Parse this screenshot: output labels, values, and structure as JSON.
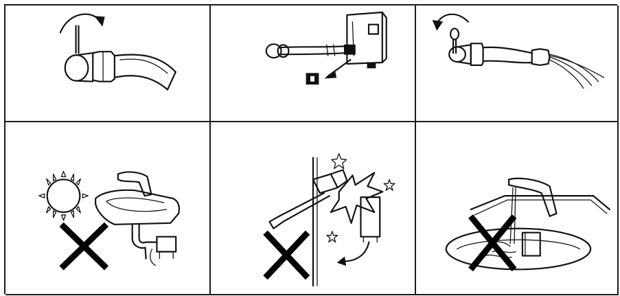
{
  "document": {
    "panels": [
      {
        "id": "panel-1",
        "depicts": "close-valve-icon"
      },
      {
        "id": "panel-2",
        "depicts": "remove-filter-icon"
      },
      {
        "id": "panel-3",
        "depicts": "open-valve-flush-icon"
      },
      {
        "id": "panel-4",
        "depicts": "no-sun-exposure-icon"
      },
      {
        "id": "panel-5",
        "depicts": "no-impact-icon"
      },
      {
        "id": "panel-6",
        "depicts": "no-immersion-icon"
      }
    ],
    "colors": {
      "ink": "#111111",
      "paper": "#ffffff"
    }
  }
}
